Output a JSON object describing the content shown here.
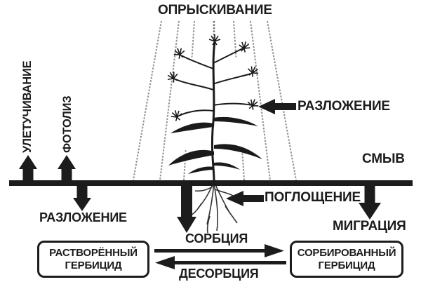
{
  "diagram": {
    "title": "ОПРЫСКИВАНИЕ",
    "labels": {
      "volatilization": "УЛЕТУЧИВАНИЕ",
      "photolysis": "ФОТОЛИЗ",
      "decomposition_air": "РАЗЛОЖЕНИЕ",
      "runoff": "СМЫВ",
      "decomposition_soil": "РАЗЛОЖЕНИЕ",
      "absorption": "ПОГЛОЩЕНИЕ",
      "migration": "МИГРАЦИЯ",
      "sorption": "СОРБЦИЯ",
      "desorption": "ДЕСОРБЦИЯ"
    },
    "boxes": {
      "dissolved": {
        "line1": "РАСТВОРЁННЫЙ",
        "line2": "ГЕРБИЦИД"
      },
      "sorbed": {
        "line1": "СОРБИРОВАННЫЙ",
        "line2": "ГЕРБИЦИД"
      }
    },
    "colors": {
      "ink": "#1c1c1c",
      "spray_line": "#8f8f8f",
      "background": "#ffffff"
    }
  }
}
